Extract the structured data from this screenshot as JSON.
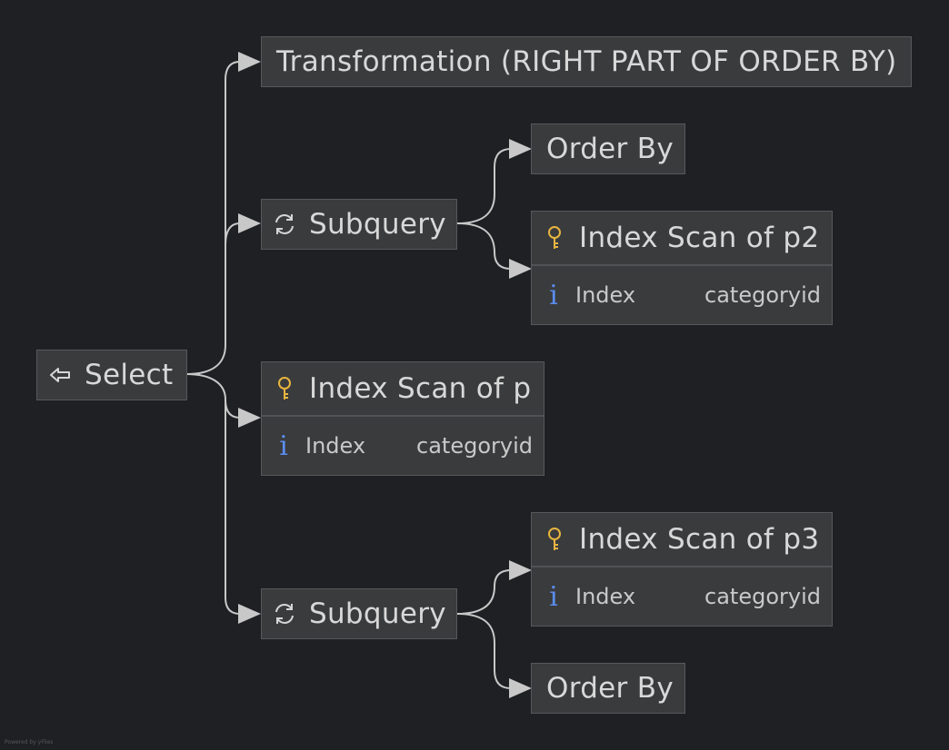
{
  "diagram": {
    "nodes": {
      "select": {
        "label": "Select",
        "icon": "back-arrow-icon"
      },
      "transformation": {
        "label": "Transformation (RIGHT PART OF ORDER BY)"
      },
      "subquery1": {
        "label": "Subquery",
        "icon": "refresh-icon"
      },
      "order_by1": {
        "label": "Order By"
      },
      "index_scan_p2": {
        "label": "Index Scan of p2",
        "icon": "key-icon",
        "detail": {
          "key": "Index",
          "value": "categoryid"
        }
      },
      "index_scan_p": {
        "label": "Index Scan of p",
        "icon": "key-icon",
        "detail": {
          "key": "Index",
          "value": "categoryid"
        }
      },
      "subquery2": {
        "label": "Subquery",
        "icon": "refresh-icon"
      },
      "index_scan_p3": {
        "label": "Index Scan of p3",
        "icon": "key-icon",
        "detail": {
          "key": "Index",
          "value": "categoryid"
        }
      },
      "order_by2": {
        "label": "Order By"
      }
    },
    "edges": [
      [
        "select",
        "transformation"
      ],
      [
        "select",
        "subquery1"
      ],
      [
        "select",
        "index_scan_p"
      ],
      [
        "select",
        "subquery2"
      ],
      [
        "subquery1",
        "order_by1"
      ],
      [
        "subquery1",
        "index_scan_p2"
      ],
      [
        "subquery2",
        "index_scan_p3"
      ],
      [
        "subquery2",
        "order_by2"
      ]
    ],
    "colors": {
      "background": "#1f2023",
      "node_fill": "#3a3b3d",
      "edge": "#c8c8c8",
      "key_icon": "#e8b53f",
      "info_icon": "#5b8def"
    }
  },
  "footer": "Powered by yFiles"
}
